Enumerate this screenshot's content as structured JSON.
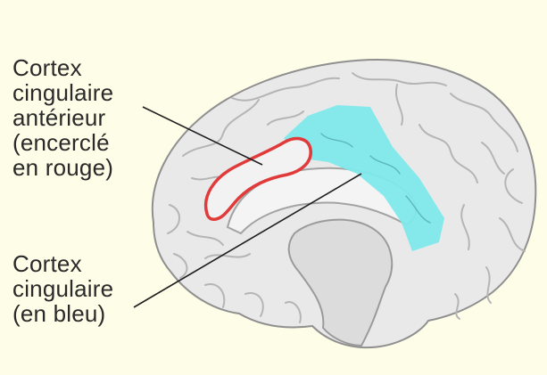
{
  "labels": {
    "anterior_cingulate": {
      "lines": [
        "Cortex",
        "cingulaire",
        "antérieur",
        "(encerclé",
        "en rouge)"
      ]
    },
    "cingulate": {
      "lines": [
        "Cortex",
        "cingulaire",
        "(en bleu)"
      ]
    }
  },
  "colors": {
    "background": "#fefde8",
    "brain_fill": "#e9e9e9",
    "brain_outline": "#8f8f8f",
    "sulci": "#b5b5b5",
    "cingulate_highlight": "#7fe9ec",
    "acc_outline": "#e03a3a",
    "acc_fill": "#f2f2f2",
    "leader_lines": "#1f1f1f"
  }
}
